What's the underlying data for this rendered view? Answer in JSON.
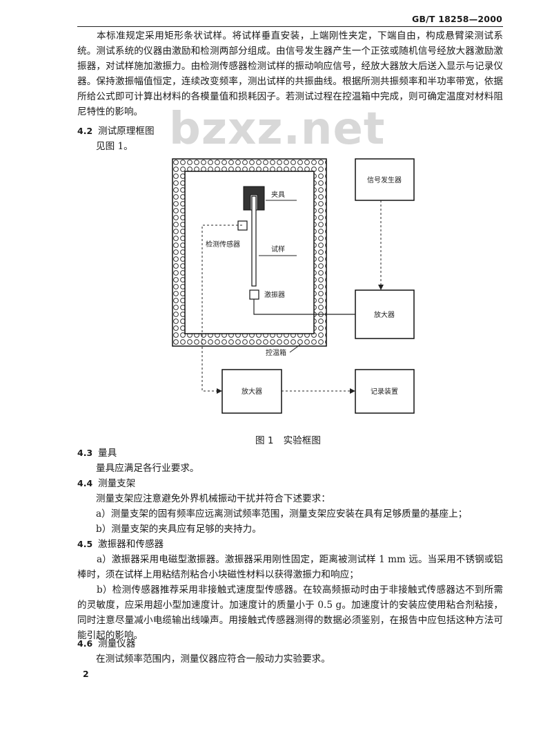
{
  "header": {
    "standard_no": "GB/T 18258—2000"
  },
  "watermark": "bzxz.net",
  "intro_paragraph": "本标准规定采用矩形条状试样。将试样垂直安装，上端刚性夹定，下端自由，构成悬臂梁测试系统。测试系统的仪器由激励和检测两部分组成。由信号发生器产生一个正弦或随机信号经放大器激励激振器，对试样施加激振力。由检测传感器检测试样的振动响应信号，经放大器放大后送入显示与记录仪器。保持激振幅值恒定，连续改变频率，测出试样的共振曲线。根据所测共振频率和半功率带宽，依据所给公式即可计算出材料的各模量值和损耗因子。若测试过程在控温箱中完成，则可确定温度对材料阻尼特性的影响。",
  "sections": {
    "s42": {
      "num": "4.2",
      "title": "测试原理框图",
      "body": "见图 1。"
    },
    "s43": {
      "num": "4.3",
      "title": "量具",
      "body": "量具应满足各行业要求。"
    },
    "s44": {
      "num": "4.4",
      "title": "测量支架",
      "body": "测量支架应注意避免外界机械振动干扰并符合下述要求：",
      "item_a": "a）测量支架的固有频率应远离测试频率范围，测量支架应安装在具有足够质量的基座上；",
      "item_b": "b）测量支架的夹具应有足够的夹持力。"
    },
    "s45": {
      "num": "4.5",
      "title": "激振器和传感器",
      "item_a": "a）激振器采用电磁型激振器。激振器采用刚性固定，距离被测试样 1 mm 远。当采用不锈钢或铝棒时，须在试样上用粘结剂粘合小块磁性材料以获得激振力和响应；",
      "item_b": "b）检测传感器推荐采用非接触式速度型传感器。在较高频振动时由于非接触式传感器达不到所需的灵敏度，应采用超小型加速度计。加速度计的质量小于 0.5 g。加速度计的安装应使用粘合剂粘接，同时注意尽量减小电缆输出线噪声。用接触式传感器测得的数据必须鉴别，在报告中应包括这种方法可能引起的影响。"
    },
    "s46": {
      "num": "4.6",
      "title": "测量仪器",
      "body": "在测试频率范围内，测量仪器应符合一般动力实验要求。"
    }
  },
  "figure": {
    "caption_num": "图 1",
    "caption_text": "实验框图",
    "labels": {
      "clamp": "夹具",
      "sensor": "检测传感器",
      "specimen": "试样",
      "exciter": "激振器",
      "chamber": "控温箱",
      "signal_generator": "信号发生器",
      "amplifier_right": "放大器",
      "amplifier_bottom": "放大器",
      "recorder": "记录装置"
    }
  },
  "page_number": "2"
}
